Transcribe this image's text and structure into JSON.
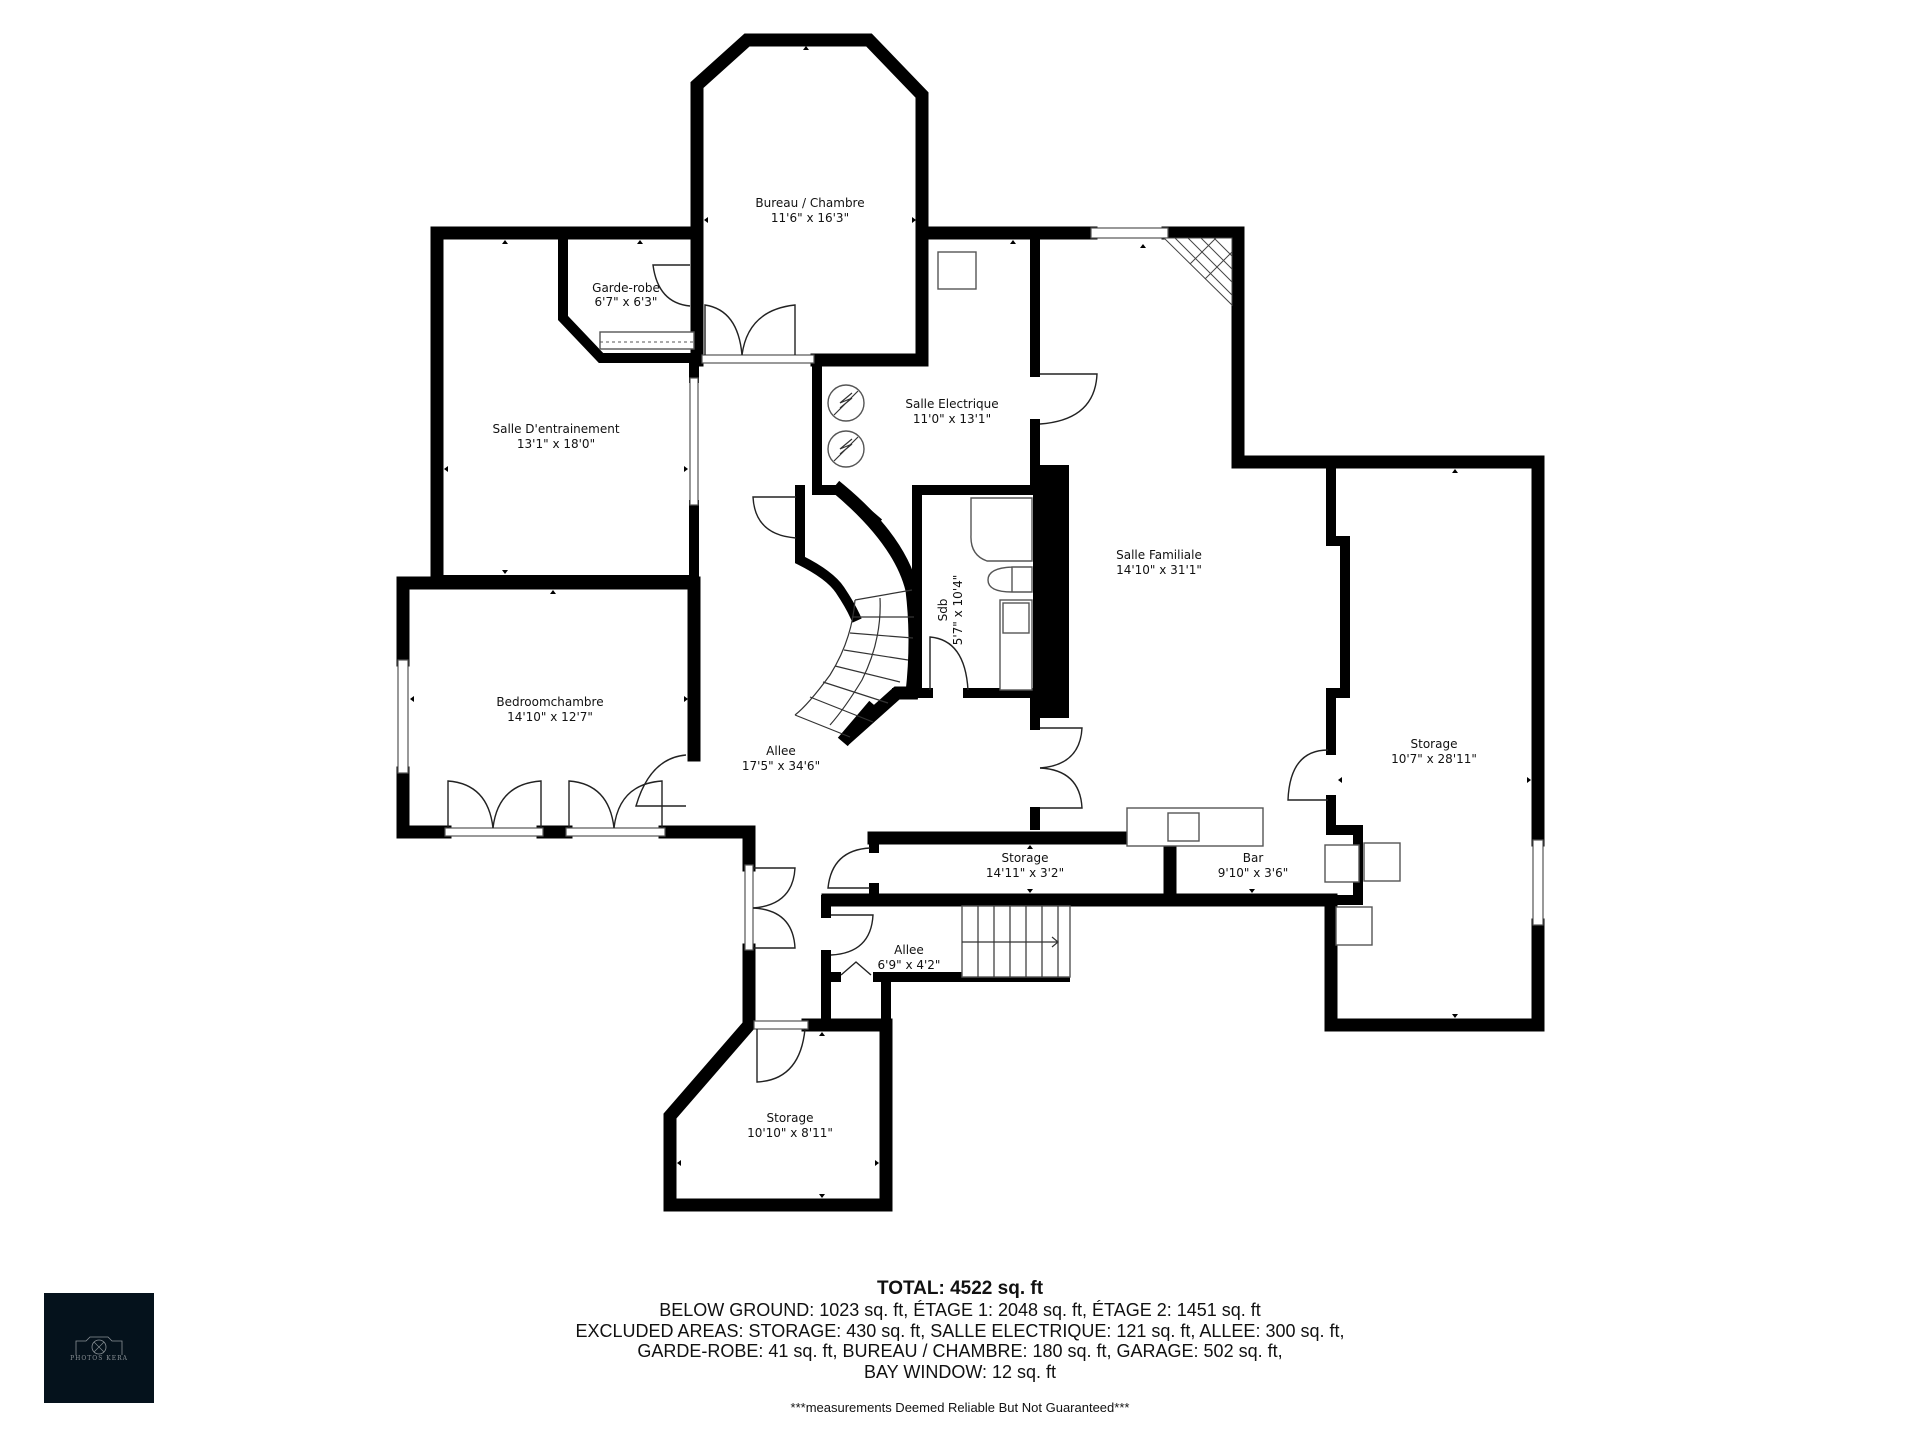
{
  "colors": {
    "wall": "#000000",
    "background": "#ffffff",
    "text": "#111111",
    "logo_background": "#05121c"
  },
  "rooms": [
    {
      "id": "bureau-chambre",
      "name": "Bureau / Chambre",
      "dims": "11'6\" x 16'3\""
    },
    {
      "id": "garde-robe",
      "name": "Garde-robe",
      "dims": "6'7\" x 6'3\""
    },
    {
      "id": "salle-entrainement",
      "name": "Salle D'entrainement",
      "dims": "13'1\" x 18'0\""
    },
    {
      "id": "salle-electrique",
      "name": "Salle Electrique",
      "dims": "11'0\" x 13'1\""
    },
    {
      "id": "salle-familiale",
      "name": "Salle Familiale",
      "dims": "14'10\" x 31'1\""
    },
    {
      "id": "sdb",
      "name": "Sdb",
      "dims": "5'7\" x 10'4\""
    },
    {
      "id": "bedroomchambre",
      "name": "Bedroomchambre",
      "dims": "14'10\" x 12'7\""
    },
    {
      "id": "allee-main",
      "name": "Allee",
      "dims": "17'5\" x 34'6\""
    },
    {
      "id": "storage-right",
      "name": "Storage",
      "dims": "10'7\" x 28'11\""
    },
    {
      "id": "storage-narrow",
      "name": "Storage",
      "dims": "14'11\" x 3'2\""
    },
    {
      "id": "bar",
      "name": "Bar",
      "dims": "9'10\" x 3'6\""
    },
    {
      "id": "allee-small",
      "name": "Allee",
      "dims": "6'9\" x 4'2\""
    },
    {
      "id": "storage-bottom",
      "name": "Storage",
      "dims": "10'10\" x 8'11\""
    }
  ],
  "summary": {
    "total": "TOTAL: 4522 sq. ft",
    "lines": [
      "BELOW GROUND: 1023 sq. ft, ÉTAGE 1: 2048 sq. ft, ÉTAGE 2: 1451 sq. ft",
      "EXCLUDED AREAS: STORAGE: 430 sq. ft, SALLE ELECTRIQUE: 121 sq. ft, ALLEE: 300 sq. ft,",
      "GARDE-ROBE: 41 sq. ft, BUREAU / CHAMBRE: 180 sq. ft, GARAGE: 502 sq. ft,",
      "BAY WINDOW: 12 sq. ft"
    ]
  },
  "disclaimer": "***measurements Deemed Reliable But Not Guaranteed***",
  "logo": {
    "text": "PHOTOS KERA",
    "icon": "camera-logo-icon"
  }
}
